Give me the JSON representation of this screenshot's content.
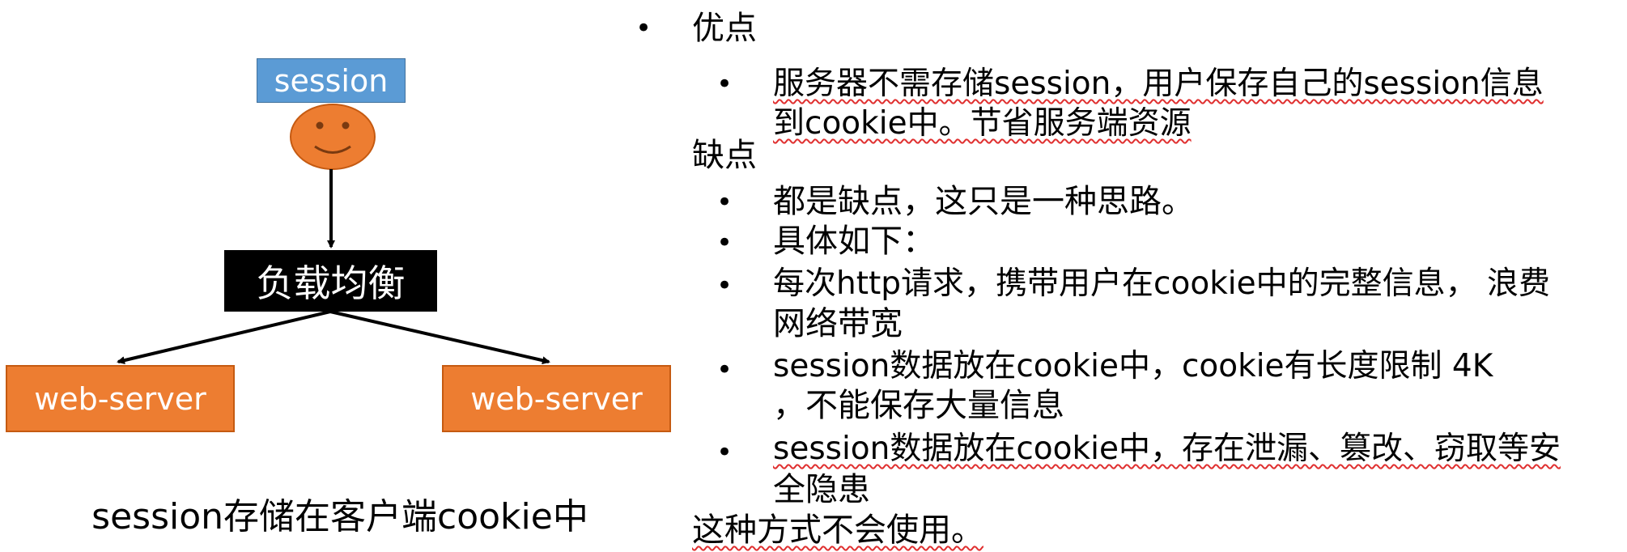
{
  "diagram": {
    "session_label": "session",
    "balancer_label": "负载均衡",
    "server_left_label": "web-server",
    "server_right_label": "web-server",
    "caption": "session存储在客户端cookie中",
    "colors": {
      "session_box": "#5b9bd5",
      "face": "#ed7d31",
      "server_box": "#ed7d31",
      "balancer_box": "#000000"
    }
  },
  "notes": {
    "bullet_glyph": "•",
    "pros_heading": "优点",
    "pros_item_line1": "服务器不需存储session，用户保存自己的session信息",
    "pros_item_line2": "到cookie中。节省服务端资源",
    "cons_heading": "缺点",
    "cons_items": [
      "都是缺点，这只是一种思路。",
      "具体如下：",
      "每次http请求，携带用户在cookie中的完整信息， 浪费",
      "网络带宽",
      "session数据放在cookie中，cookie有长度限制  4K",
      "，不能保存大量信息",
      "session数据放在cookie中，存在泄漏、篡改、窃取等安",
      "全隐患"
    ],
    "conclusion": "这种方式不会使用。"
  }
}
